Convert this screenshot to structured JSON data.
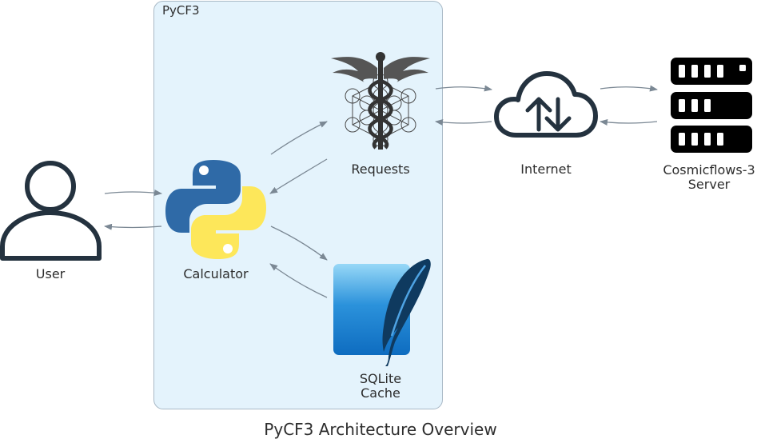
{
  "diagram": {
    "title": "PyCF3 Architecture Overview",
    "cluster": {
      "label": "PyCF3"
    },
    "nodes": {
      "user": {
        "label": "User",
        "icon": "user-icon"
      },
      "calculator": {
        "label": "Calculator",
        "icon": "python-logo-icon"
      },
      "requests": {
        "label": "Requests",
        "icon": "requests-logo-icon"
      },
      "sqlite_cache": {
        "label": "SQLite\nCache",
        "icon": "sqlite-logo-icon"
      },
      "internet": {
        "label": "Internet",
        "icon": "cloud-icon"
      },
      "server": {
        "label": "Cosmicflows-3\nServer",
        "icon": "server-icon"
      }
    },
    "edges": [
      {
        "from": "User",
        "to": "Calculator"
      },
      {
        "from": "Calculator",
        "to": "User"
      },
      {
        "from": "Calculator",
        "to": "Requests"
      },
      {
        "from": "Requests",
        "to": "Calculator"
      },
      {
        "from": "Calculator",
        "to": "SQLite Cache"
      },
      {
        "from": "SQLite Cache",
        "to": "Calculator"
      },
      {
        "from": "Requests",
        "to": "Internet"
      },
      {
        "from": "Internet",
        "to": "Requests"
      },
      {
        "from": "Internet",
        "to": "Cosmicflows-3 Server"
      },
      {
        "from": "Cosmicflows-3 Server",
        "to": "Internet"
      }
    ],
    "colors": {
      "cluster_fill": "#e4f3fc",
      "cluster_border": "#a9b9c6",
      "edge": "#7b8894",
      "dark_icon": "#24323f",
      "python_blue": "#2f6aa7",
      "python_yellow": "#fde75a",
      "sqlite_blue": "#1a7fd1"
    }
  }
}
